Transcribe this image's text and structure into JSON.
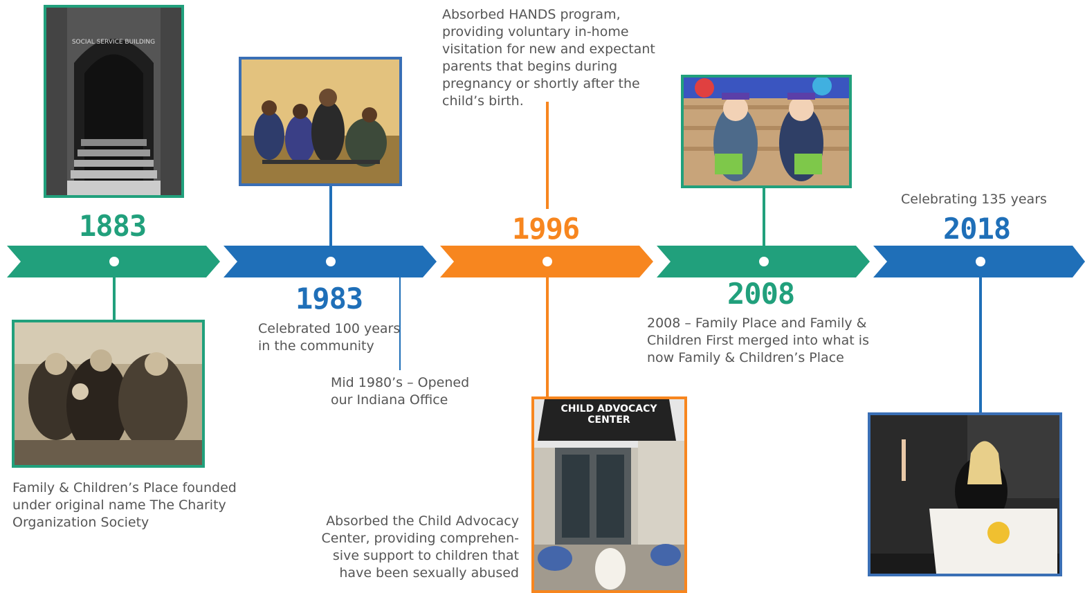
{
  "colors": {
    "green": "#21a07c",
    "blue": "#1f6fb8",
    "orange": "#f7861f",
    "text": "#555555"
  },
  "timeline": [
    {
      "year": "1883",
      "color": "green",
      "caption": "Family & Children’s Place founded under original name The Charity Organization Society"
    },
    {
      "year": "1983",
      "color": "blue",
      "caption": "Celebrated 100 years in the community",
      "secondary_caption": "Mid 1980’s – Opened our Indiana Office"
    },
    {
      "year": "1996",
      "color": "orange",
      "caption": "Absorbed HANDS program, providing voluntary in-home visitation for new and expectant parents that begins during pregnancy or shortly after the child’s birth.",
      "secondary_caption": "Absorbed the Child Advocacy Center, providing comprehen-sive support to children that have been sexually abused"
    },
    {
      "year": "2008",
      "color": "green",
      "caption": "2008 – Family Place and Family & Children First merged into what is now Family & Children’s Place"
    },
    {
      "year": "2018",
      "color": "blue",
      "caption": "Celebrating 135 years"
    }
  ],
  "photo_texts": {
    "social_service_sign": "SOCIAL SERVICE BUILDING",
    "cac_sign_line1": "CHILD ADVOCACY",
    "cac_sign_line2": "CENTER"
  }
}
